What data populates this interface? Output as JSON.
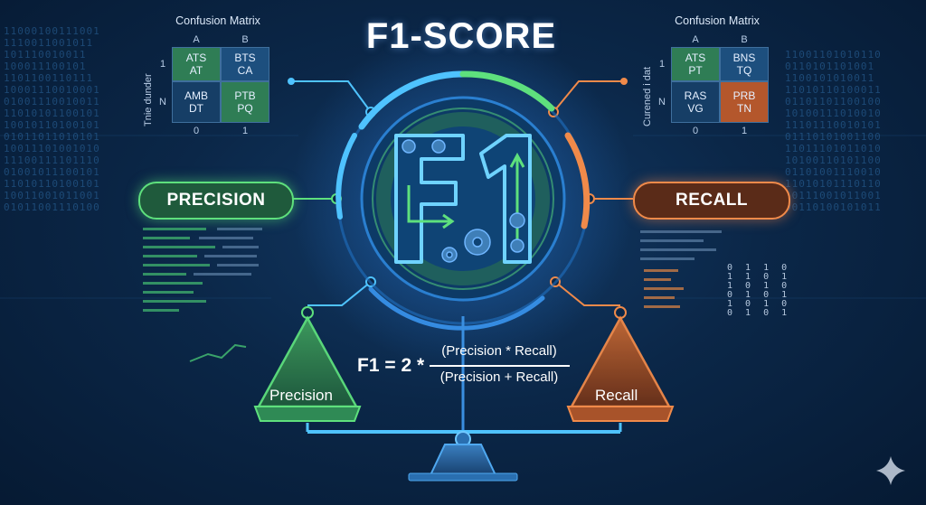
{
  "title": "F1-SCORE",
  "logo_text": "F1",
  "left_matrix": {
    "title": "Confusion Matrix",
    "col_headers": [
      "A",
      "B"
    ],
    "row_headers": [
      "1",
      "N"
    ],
    "cells": [
      [
        "ATS",
        "AT"
      ],
      [
        "BTS",
        "CA"
      ],
      [
        "AMB",
        "DT"
      ],
      [
        "PTB",
        "PQ"
      ]
    ],
    "bottom_labels": [
      "0",
      "1"
    ],
    "side_label": "Tnie dunder"
  },
  "right_matrix": {
    "title": "Confusion Matrix",
    "col_headers": [
      "A",
      "B"
    ],
    "row_headers": [
      "1",
      "N"
    ],
    "cells": [
      [
        "ATS",
        "PT"
      ],
      [
        "BNS",
        "TQ"
      ],
      [
        "RAS",
        "VG"
      ],
      [
        "PRB",
        "TN"
      ]
    ],
    "bottom_labels": [
      "0",
      "1"
    ],
    "side_label": "Curened i dat"
  },
  "precision_pill": "PRECISION",
  "recall_pill": "RECALL",
  "formula": {
    "left": "F1 = 2 *",
    "numerator": "(Precision * Recall)",
    "denominator": "(Precision + Recall)"
  },
  "scale": {
    "left_pan": "Precision",
    "right_pan": "Recall"
  },
  "colors": {
    "green": "#5ee07d",
    "orange": "#f08a4a",
    "cyan": "#4fc3ff",
    "blue_bg": "#0b2748"
  },
  "binary": {
    "left": [
      "11000100111001",
      "1110011001011",
      "101110010011",
      "100011100101",
      "1101100110111",
      "10001110010001",
      "01001110010011",
      "11010101100101",
      "10010110100101",
      "01011011010101",
      "10011101001010",
      "11100111101110",
      "01001011100101",
      "11010110100101",
      "10011001011001",
      "01011001110100"
    ],
    "right": [
      "11001101010110",
      "0110101101001",
      "1100101010011",
      "11010110100011",
      "01101101100100",
      "10100111010010",
      "11101110010101",
      "01110101001100",
      "11011101011010",
      "10100110101100",
      "01101001110010",
      "11010101110110",
      "10111001011001",
      "00110100101011"
    ],
    "right_table": [
      "0 1 1 0",
      "1 1 0 1",
      "1 0 1 0",
      "0 1 0 1",
      "1 0 1 0",
      "0 1 0 1"
    ]
  },
  "watermark_icon": "sparkle-icon"
}
